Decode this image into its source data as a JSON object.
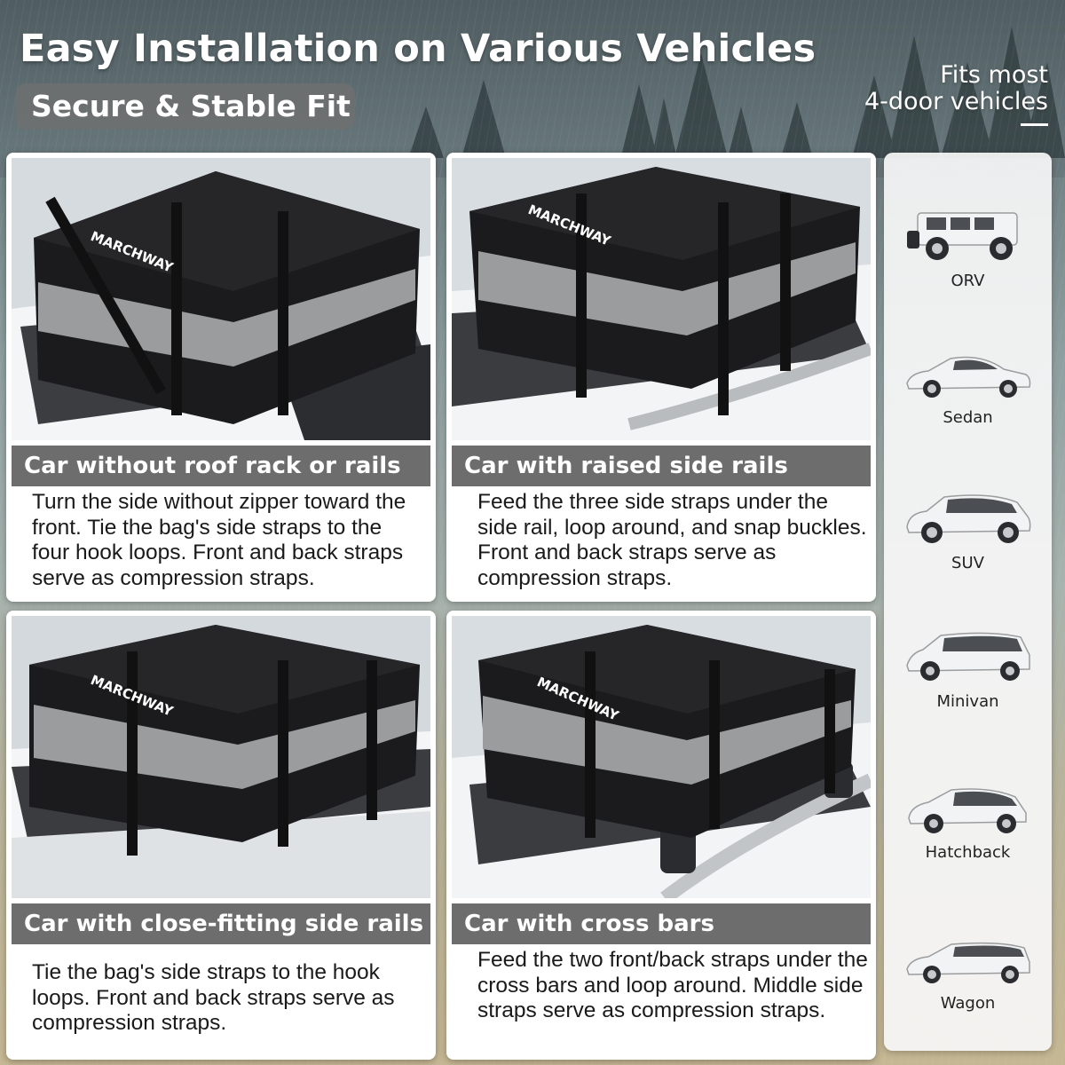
{
  "header": {
    "title": "Easy Installation on Various Vehicles",
    "subtitle": "Secure & Stable Fit",
    "fits_line1": "Fits most",
    "fits_line2": "4-door vehicles"
  },
  "cards": [
    {
      "heading": "Car without roof rack or rails",
      "description": "Turn the side without zipper toward the front. Tie the bag's side straps to the four hook loops. Front and back straps serve as compression straps.",
      "brand": "MARCHWAY"
    },
    {
      "heading": "Car with raised side rails",
      "description": "Feed the three side straps under the side rail, loop around, and snap buckles. Front and back straps serve as compression straps.",
      "brand": "MARCHWAY"
    },
    {
      "heading": "Car with close-fitting side rails",
      "description": "Tie the bag's side straps to the hook loops. Front and back straps serve as compression straps.",
      "brand": "MARCHWAY"
    },
    {
      "heading": "Car with cross bars",
      "description": "Feed the two front/back straps under the cross bars and loop around. Middle side straps serve as compression straps.",
      "brand": "MARCHWAY"
    }
  ],
  "vehicles": [
    {
      "label": "ORV",
      "icon": "orv-car-icon"
    },
    {
      "label": "Sedan",
      "icon": "sedan-car-icon"
    },
    {
      "label": "SUV",
      "icon": "suv-car-icon"
    },
    {
      "label": "Minivan",
      "icon": "minivan-car-icon"
    },
    {
      "label": "Hatchback",
      "icon": "hatchback-car-icon"
    },
    {
      "label": "Wagon",
      "icon": "wagon-car-icon"
    }
  ],
  "colors": {
    "band": "#6e6d6e",
    "bag_black": "#1b1b1d",
    "bag_gray": "#9a9c9e",
    "car_white": "#f2f3f4"
  }
}
